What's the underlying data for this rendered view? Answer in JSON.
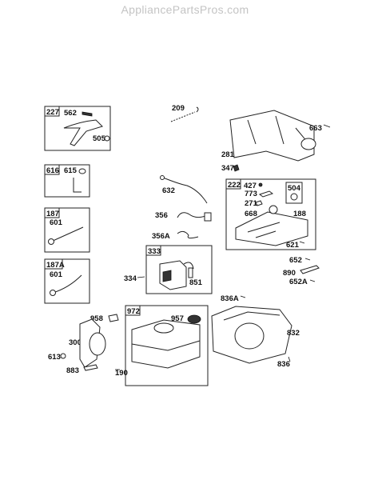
{
  "site": {
    "watermark": "AppliancePartsPros.com"
  },
  "callouts": {
    "p227": "227",
    "p562": "562",
    "p505": "505",
    "p209": "209",
    "p663": "663",
    "p281": "281",
    "p347": "347",
    "p616": "616",
    "p615": "615",
    "p632": "632",
    "p222": "222",
    "p427": "427",
    "p504": "504",
    "p773": "773",
    "p271": "271",
    "p668": "668",
    "p188": "188",
    "p621": "621",
    "p187": "187",
    "p601a": "601",
    "p356": "356",
    "p356A": "356A",
    "p333": "333",
    "p334": "334",
    "p851": "851",
    "p187A": "187A",
    "p601b": "601",
    "p652": "652",
    "p890": "890",
    "p652A": "652A",
    "p972": "972",
    "p958": "958",
    "p957": "957",
    "p300": "300",
    "p613": "613",
    "p883": "883",
    "p190": "190",
    "p836A": "836A",
    "p832": "832",
    "p836": "836"
  }
}
